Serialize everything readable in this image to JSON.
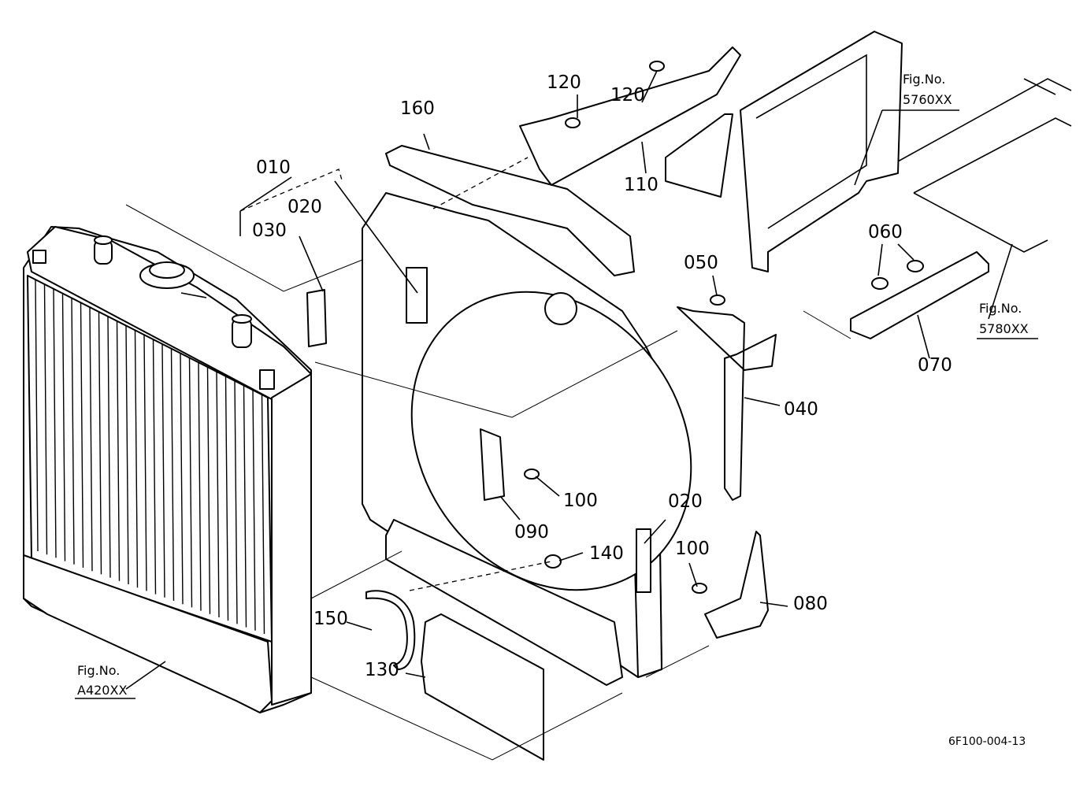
{
  "diagram": {
    "drawing_code": "6F100-004-13",
    "parts": [
      {
        "id": "p010",
        "label": "010"
      },
      {
        "id": "p020a",
        "label": "020"
      },
      {
        "id": "p030",
        "label": "030"
      },
      {
        "id": "p160",
        "label": "160"
      },
      {
        "id": "p120a",
        "label": "120"
      },
      {
        "id": "p120b",
        "label": "120"
      },
      {
        "id": "p110",
        "label": "110"
      },
      {
        "id": "p060",
        "label": "060"
      },
      {
        "id": "p050",
        "label": "050"
      },
      {
        "id": "p070",
        "label": "070"
      },
      {
        "id": "p040",
        "label": "040"
      },
      {
        "id": "p100a",
        "label": "100"
      },
      {
        "id": "p090",
        "label": "090"
      },
      {
        "id": "p020b",
        "label": "020"
      },
      {
        "id": "p140",
        "label": "140"
      },
      {
        "id": "p100b",
        "label": "100"
      },
      {
        "id": "p080",
        "label": "080"
      },
      {
        "id": "p150",
        "label": "150"
      },
      {
        "id": "p130",
        "label": "130"
      }
    ],
    "figure_refs": [
      {
        "id": "fig5760",
        "line1": "Fig.No.",
        "line2": "5760XX"
      },
      {
        "id": "fig5780",
        "line1": "Fig.No.",
        "line2": "5780XX"
      },
      {
        "id": "figA420",
        "line1": "Fig.No.",
        "line2": "A420XX"
      }
    ]
  }
}
